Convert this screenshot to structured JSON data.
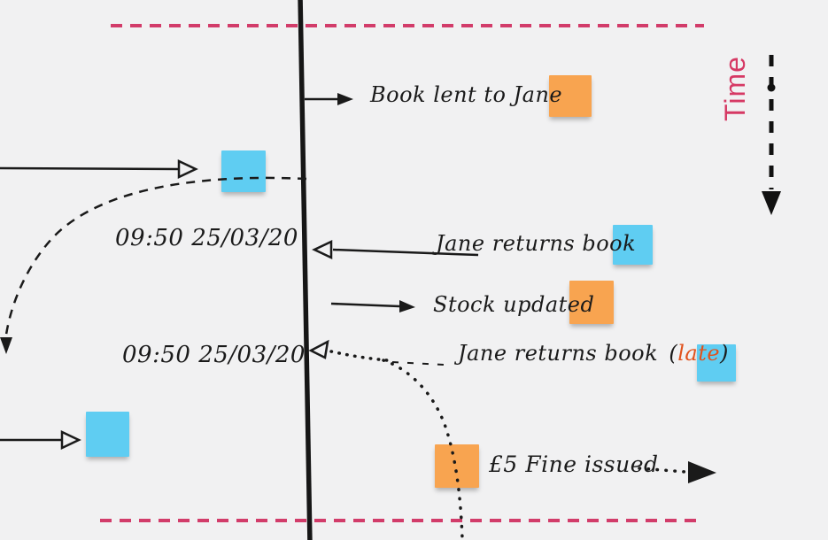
{
  "palette": {
    "background": "#f1f1f2",
    "ink": "#1a1a1a",
    "boundary_pink": "#d23c6a",
    "time_label_pink": "#d63964",
    "sticky_orange": "#f8a450",
    "sticky_blue": "#5fcdf2",
    "late_orange": "#e0521d"
  },
  "time_axis": {
    "label": "Time"
  },
  "events": {
    "lend": {
      "label": "Book lent to Jane"
    },
    "return1": {
      "timestamp": "09:50 25/03/20",
      "label": "Jane returns book"
    },
    "stock": {
      "label": "Stock updated"
    },
    "return2": {
      "timestamp": "09:50 25/03/20",
      "label": "Jane returns book",
      "late_open": "(",
      "late_word": "late",
      "late_close": ")"
    },
    "fine": {
      "label": "£5 Fine issued"
    }
  }
}
